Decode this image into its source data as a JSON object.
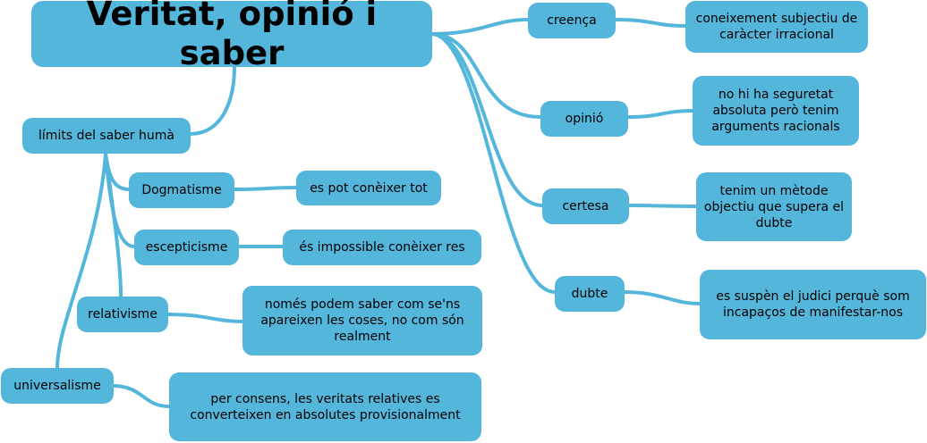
{
  "root": "Veritat, opinió i saber",
  "branches": {
    "creenca": "creença",
    "opinio": "opinió",
    "certesa": "certesa",
    "dubte": "dubte",
    "limits": "límits del saber humà"
  },
  "definitions": {
    "creenca": "coneixement subjectiu de caràcter irracional",
    "opinio": "no hi ha seguretat absoluta però tenim arguments racionals",
    "certesa": "tenim un mètode objectiu que supera el dubte",
    "dubte": "es suspèn el judici perquè som incapaços de manifestar-nos"
  },
  "limits": {
    "dogmatisme": "Dogmatisme",
    "dogmatisme_desc": "es pot conèixer tot",
    "escepticisme": "escepticisme",
    "escepticisme_desc": "és impossible conèixer res",
    "relativisme": "relativisme",
    "relativisme_desc": "només podem saber com se'ns apareixen les coses, no com són realment",
    "universalisme": "universalisme",
    "universalisme_desc": "per consens, les veritats relatives es converteixen en absolutes provisionalment"
  },
  "colors": {
    "node": "#55b6dc",
    "link": "#55b6dc"
  }
}
